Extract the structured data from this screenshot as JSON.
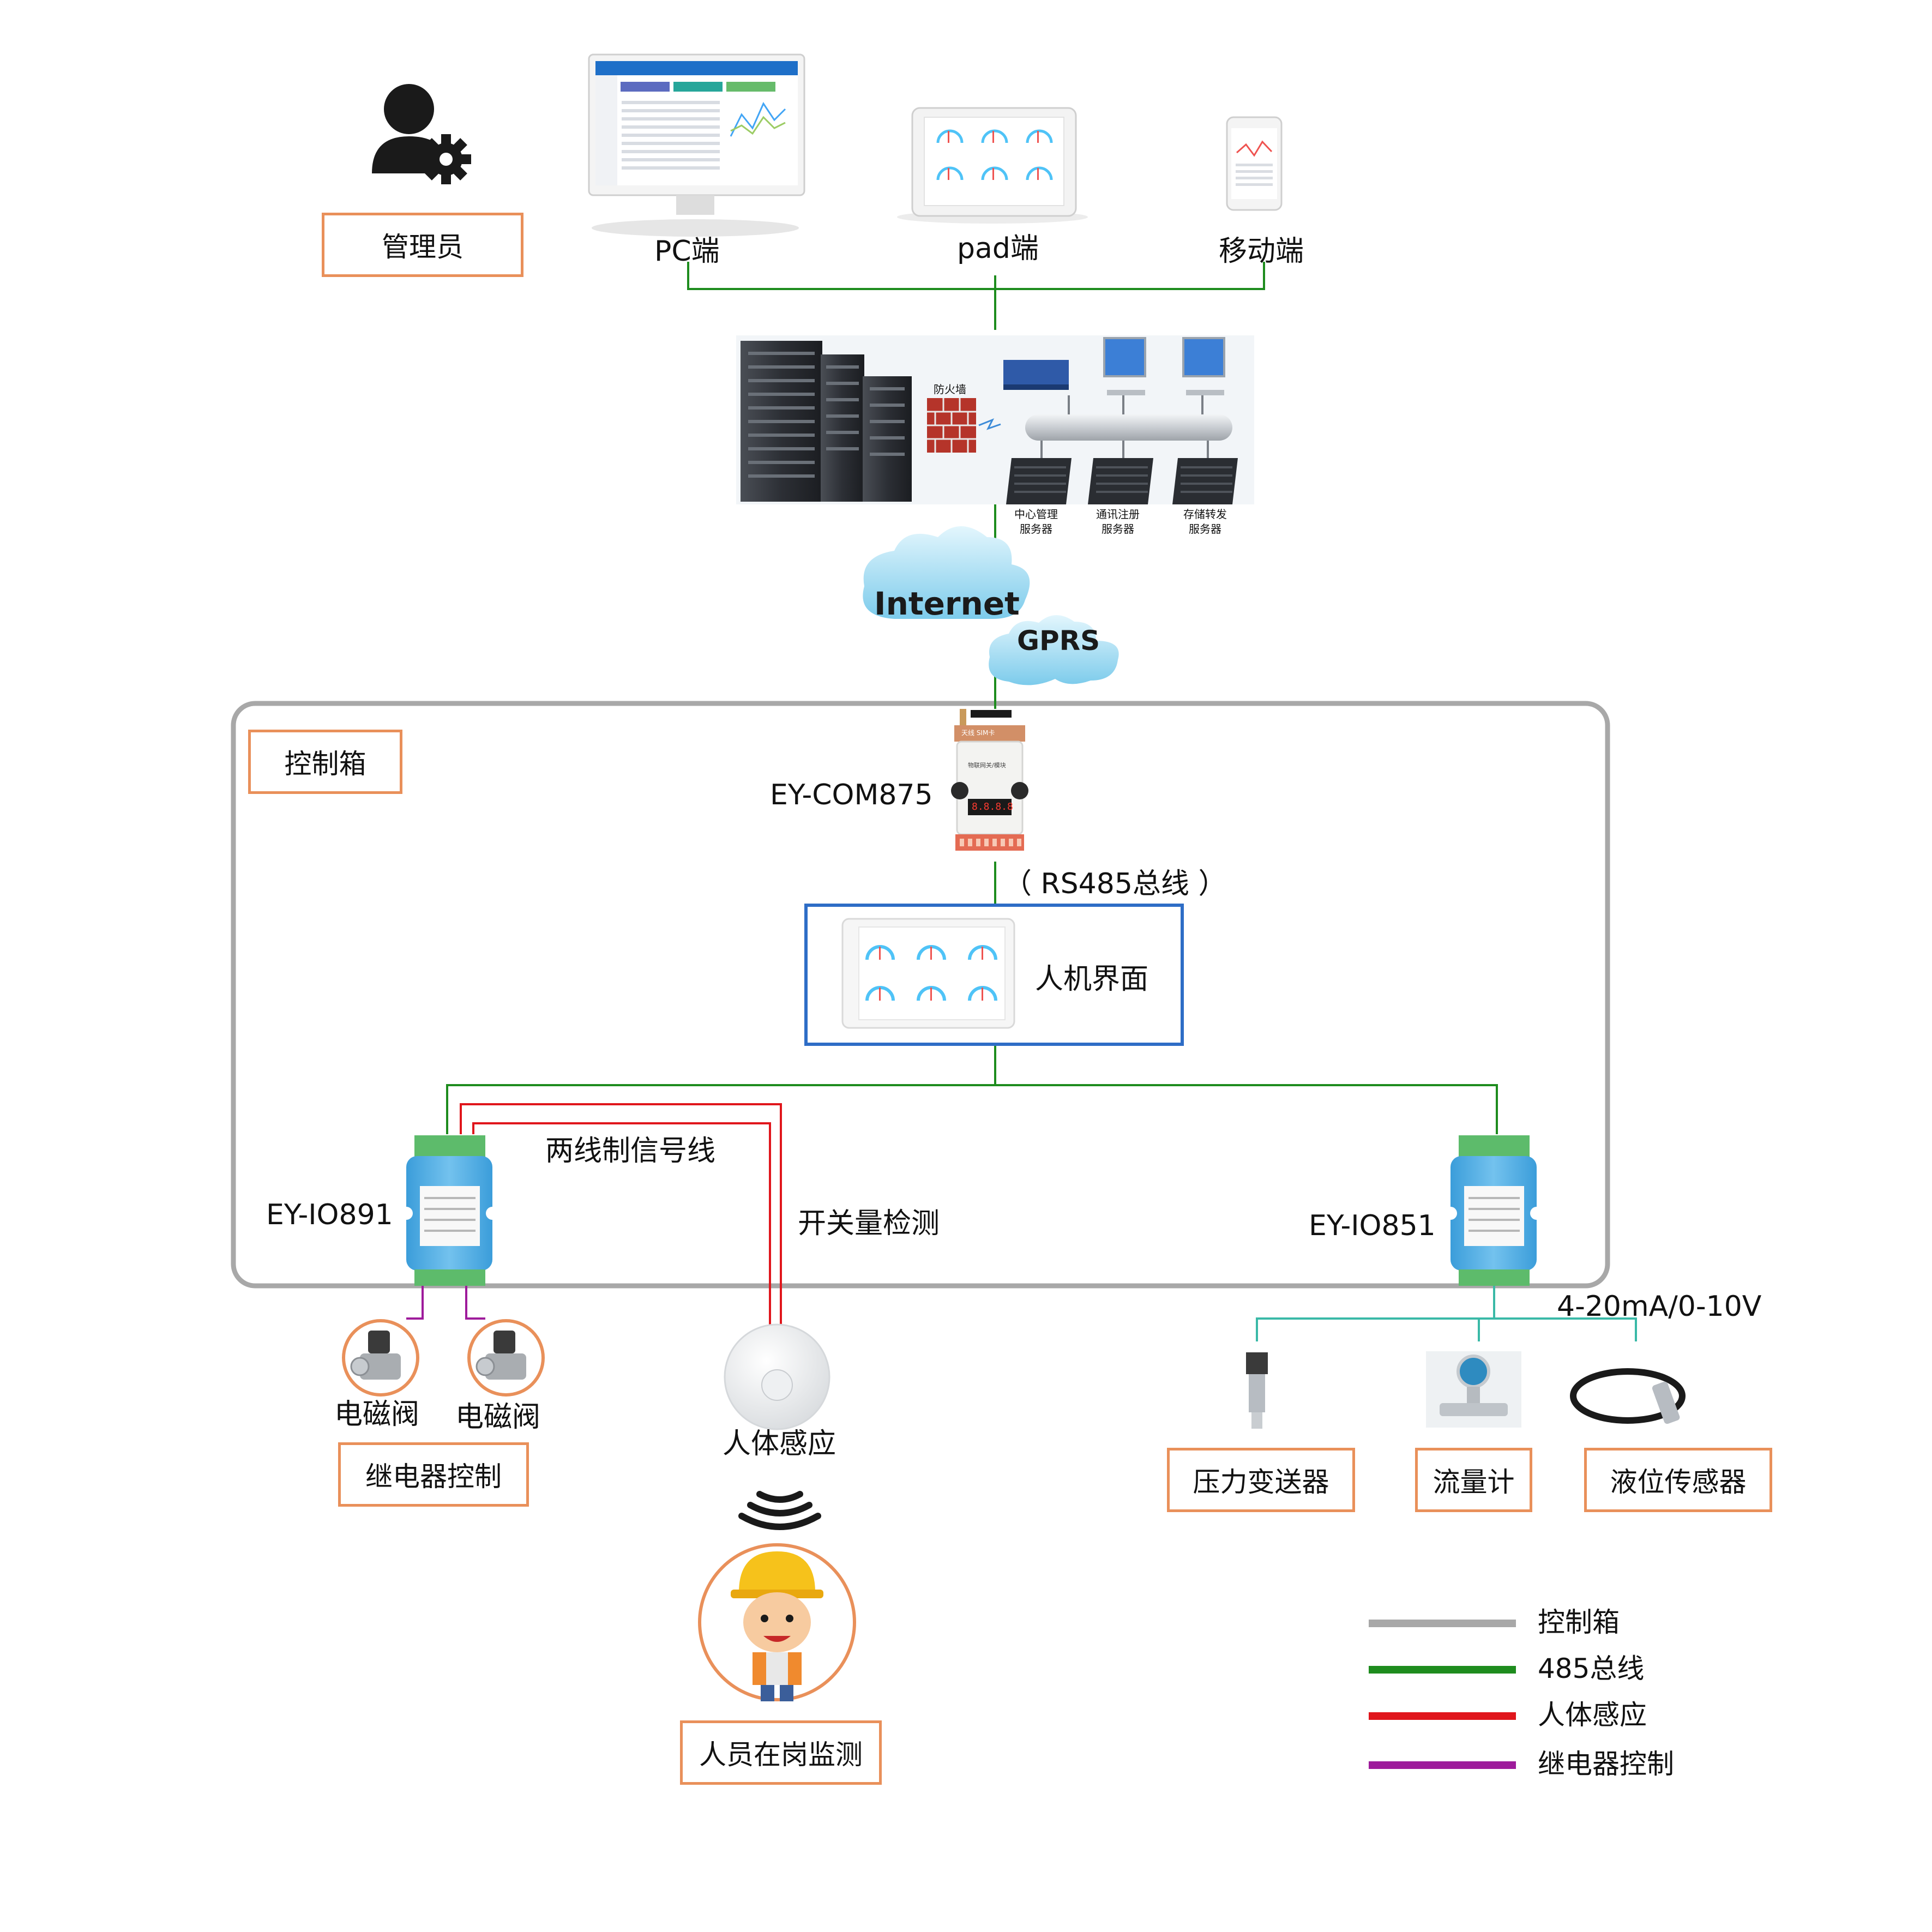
{
  "admin_label": "管理员",
  "clients": {
    "pc": "PC端",
    "pad": "pad端",
    "mobile": "移动端"
  },
  "server_room": {
    "firewall": "防火墙",
    "servers": [
      {
        "line1": "中心管理",
        "line2": "服务器"
      },
      {
        "line1": "通讯注册",
        "line2": "服务器"
      },
      {
        "line1": "存储转发",
        "line2": "服务器"
      }
    ]
  },
  "cloud": {
    "internet": "Internet",
    "gprs": "GPRS"
  },
  "control_box": {
    "label": "控制箱"
  },
  "devices": {
    "com875": {
      "name": "EY-COM875",
      "face_top": "天线  SIM卡",
      "face_title": "物联网关/模块",
      "display": "8.8.8.8"
    },
    "rs485": "（ RS485总线 ）",
    "hmi": "人机界面",
    "io891": "EY-IO891",
    "io851": "EY-IO851"
  },
  "signals": {
    "two_wire": "两线制信号线",
    "switch_detect": "开关量检测",
    "analog": "4-20mA/0-10V"
  },
  "actuators": {
    "valve1": "电磁阀",
    "valve2": "电磁阀",
    "relay": "继电器控制"
  },
  "human": {
    "sensor": "人体感应",
    "monitor": "人员在岗监测"
  },
  "sensors": {
    "pressure": "压力变送器",
    "flow": "流量计",
    "level": "液位传感器"
  },
  "legend": [
    {
      "label": "控制箱",
      "color": "#A8A8A8"
    },
    {
      "label": "485总线",
      "color": "#1E8C1E"
    },
    {
      "label": "人体感应",
      "color": "#E0161C"
    },
    {
      "label": "继电器控制",
      "color": "#9E1B9B"
    }
  ]
}
